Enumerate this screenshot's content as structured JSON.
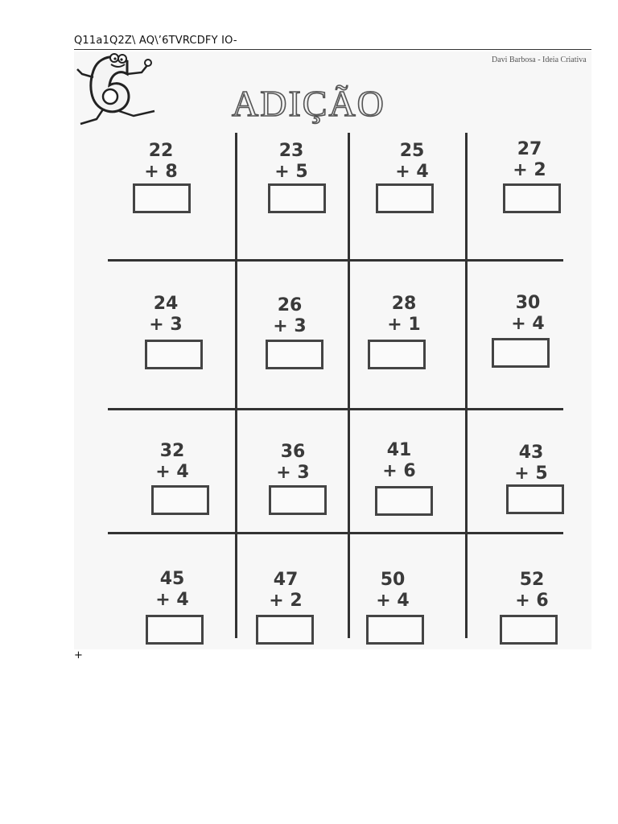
{
  "header": {
    "text": "Q11a1Q2Z\\  AQ\\’6TVRCDFY IO-"
  },
  "sheet": {
    "author": "Davi Barbosa - Ideia Criativa",
    "title": "ADIÇÃO",
    "mascot_icon": "number-six-mascot-icon",
    "problems": [
      {
        "a": "22",
        "b": "+ 8"
      },
      {
        "a": "23",
        "b": "+ 5"
      },
      {
        "a": "25",
        "b": "+ 4"
      },
      {
        "a": "27",
        "b": "+ 2"
      },
      {
        "a": "24",
        "b": "+ 3"
      },
      {
        "a": "26",
        "b": "+ 3"
      },
      {
        "a": "28",
        "b": "+ 1"
      },
      {
        "a": "30",
        "b": "+ 4"
      },
      {
        "a": "32",
        "b": "+ 4"
      },
      {
        "a": "36",
        "b": "+ 3"
      },
      {
        "a": "41",
        "b": "+ 6"
      },
      {
        "a": "43",
        "b": "+ 5"
      },
      {
        "a": "45",
        "b": "+ 4"
      },
      {
        "a": "47",
        "b": "+ 2"
      },
      {
        "a": "50",
        "b": "+ 4"
      },
      {
        "a": "52",
        "b": "+ 6"
      }
    ]
  },
  "footer": {
    "mark": "+"
  }
}
